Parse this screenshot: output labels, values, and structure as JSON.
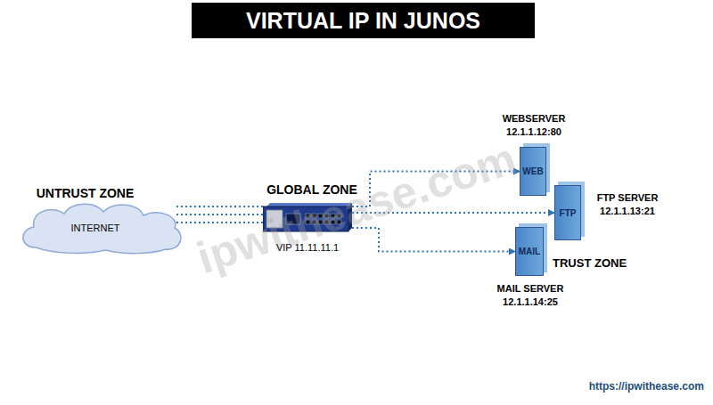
{
  "diagram": {
    "title": "VIRTUAL IP IN JUNOS",
    "nodes": [
      {
        "text": [
          "UNTRUST ZONE"
        ]
      },
      {
        "text": [
          "INTERNET"
        ],
        "in": 0
      },
      {
        "text": [
          "GLOBAL ZONE"
        ]
      },
      {
        "text": [
          "VIP 11.11.11.1"
        ],
        "in": 2
      },
      {
        "text": [
          "TRUST ZONE"
        ]
      },
      {
        "text": [
          "WEB",
          "WEBSERVER 12.1.1.12:80"
        ],
        "in": 4
      },
      {
        "text": [
          "FTP",
          "FTP SERVER 12.1.1.13:21"
        ],
        "in": 4
      },
      {
        "text": [
          "MAIL",
          "MAIL SERVER 12.1.1.14:25"
        ],
        "in": 4
      }
    ],
    "edges": [
      {
        "from": 1,
        "to": 3,
        "arrow": "none"
      },
      {
        "from": 1,
        "to": 3,
        "arrow": "none"
      },
      {
        "from": 1,
        "to": 3,
        "arrow": "none"
      },
      {
        "from": 3,
        "to": 5,
        "arrow": "to"
      },
      {
        "from": 3,
        "to": 6,
        "arrow": "to"
      },
      {
        "from": 3,
        "to": 7,
        "arrow": "to"
      }
    ],
    "labels": [
      "ipwithease.com",
      "https://ipwithease.com"
    ]
  }
}
